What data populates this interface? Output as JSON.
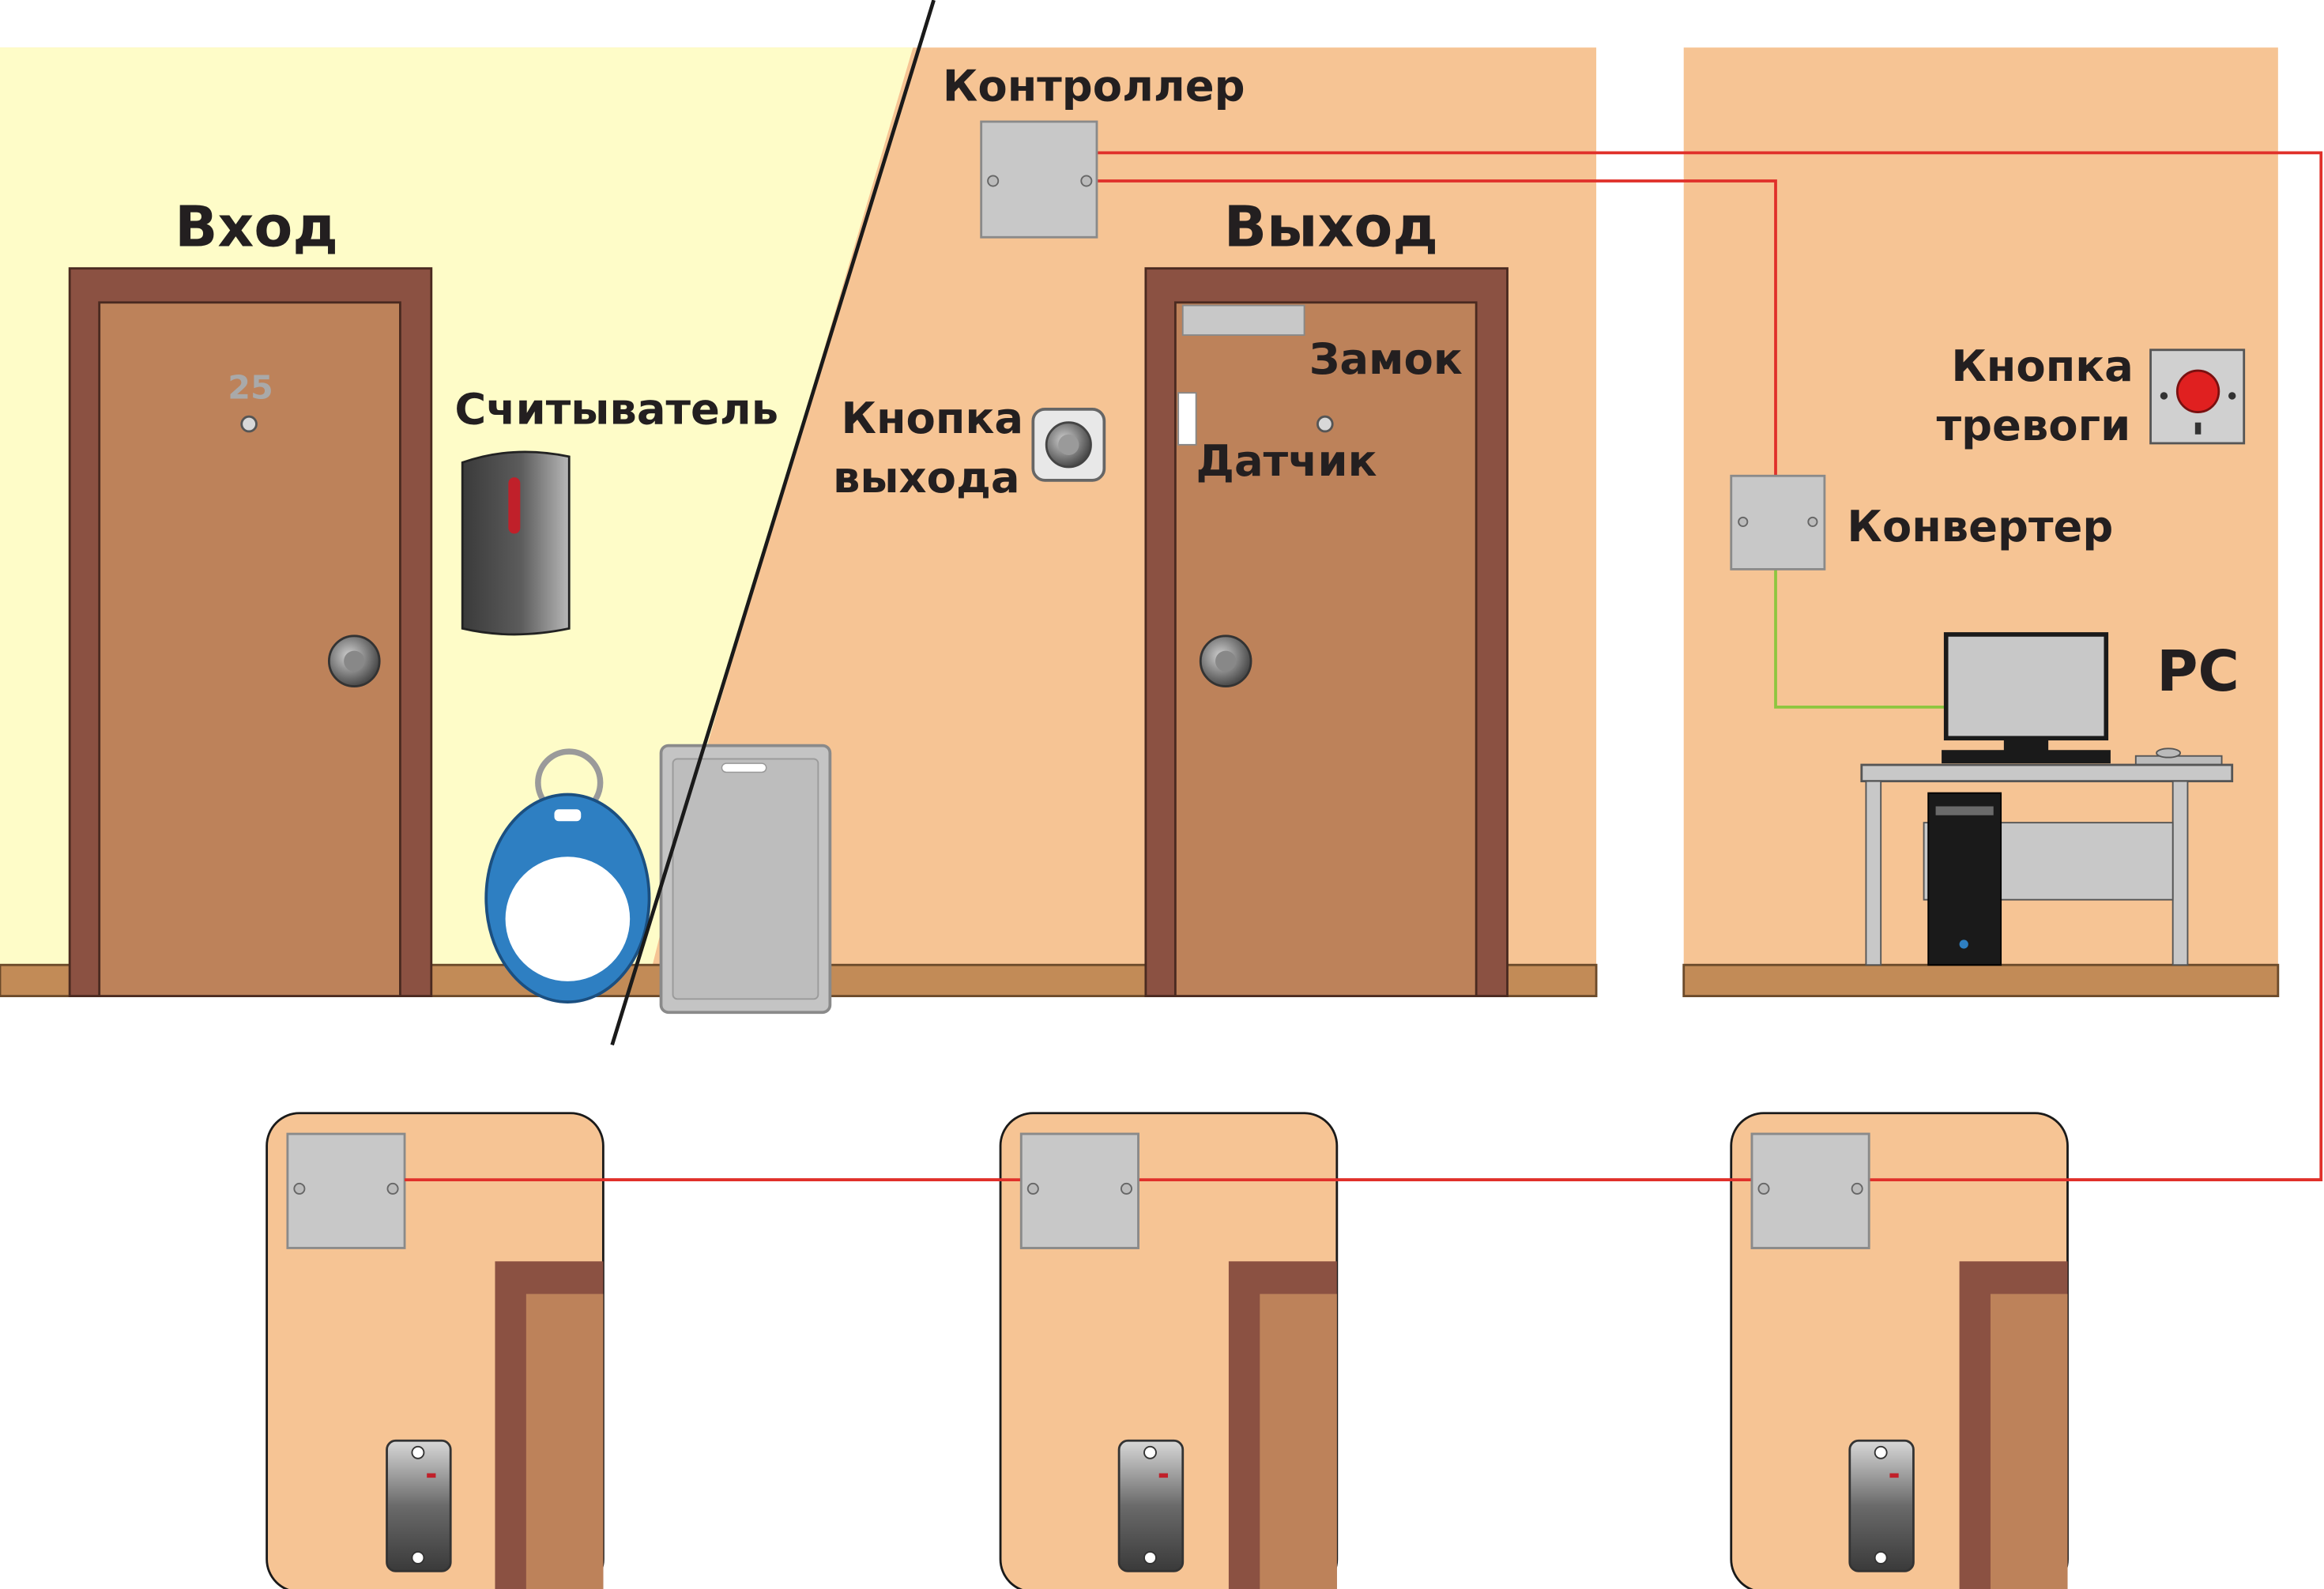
{
  "labels": {
    "entrance": "Вход",
    "exit": "Выход",
    "controller": "Контроллер",
    "reader": "Считыватель",
    "exit_button_line1": "Кнопка",
    "exit_button_line2": "выхода",
    "lock": "Замок",
    "sensor": "Датчик",
    "alarm_button_line1": "Кнопка",
    "alarm_button_line2": "тревоги",
    "converter": "Конвертер",
    "pc": "PC",
    "door_number": "25"
  },
  "colors": {
    "wall_outside": "#fefcc8",
    "wall_inside": "#f6c494",
    "door_leaf": "#bd825a",
    "door_frame": "#8b5142",
    "floor": "#c28b57",
    "device_gray": "#c8c8c8",
    "wire_rs485": "#e0302a",
    "wire_usb": "#8dc63f",
    "tag_blue": "#2e7fc2",
    "alarm_red": "#e02020"
  },
  "icons": {
    "reader": "proximity-reader-icon",
    "keyfob": "rfid-keyfob-icon",
    "card": "proximity-card-icon",
    "exit_button": "push-button-icon",
    "alarm_button": "alarm-button-icon",
    "computer": "desktop-computer-icon"
  }
}
